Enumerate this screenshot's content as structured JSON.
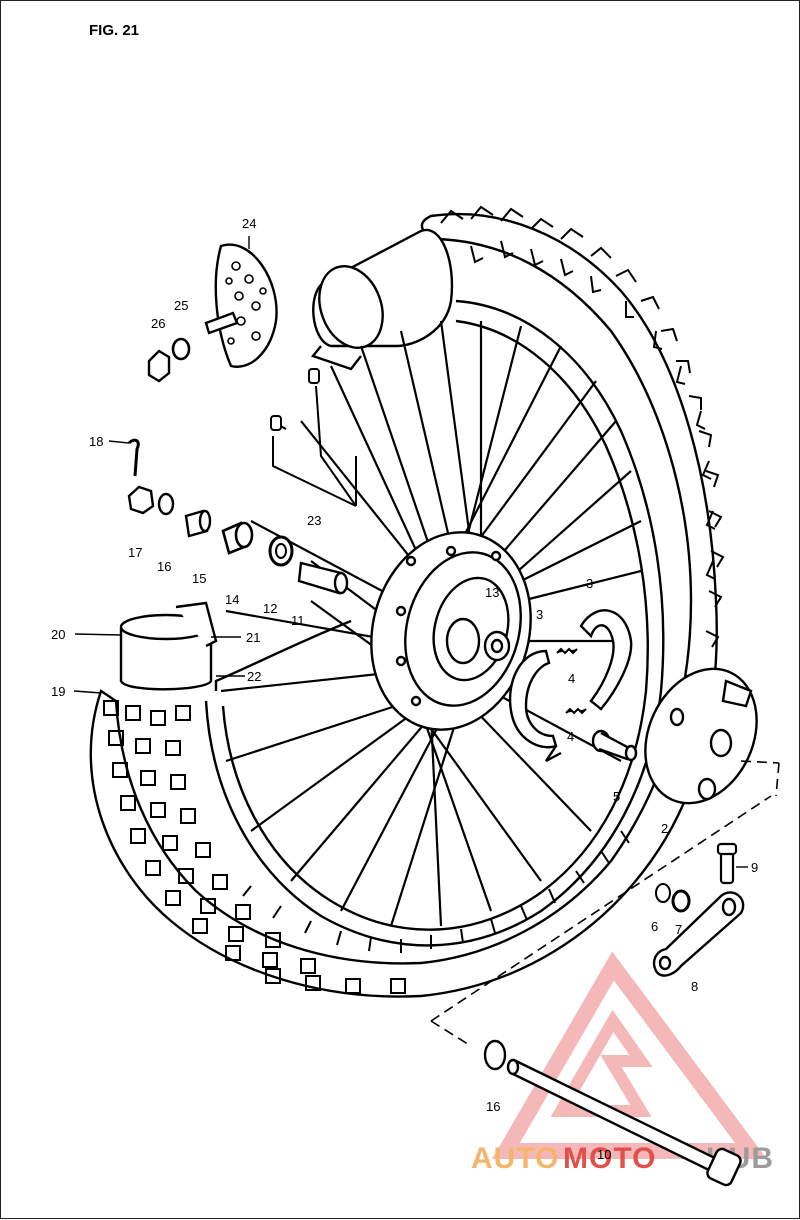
{
  "figure_title": "FIG. 21",
  "watermark": {
    "text_left": "AUTO",
    "text_mid": "MOTO",
    "text_right": "HUB",
    "color_warm": "#f5b56b",
    "color_red": "#e2504a",
    "color_gray": "#9b9b9b"
  },
  "colors": {
    "ink": "#000000",
    "paper": "#ffffff"
  },
  "labels": {
    "p24": "24",
    "p25": "25",
    "p26": "26",
    "p23": "23",
    "p18": "18",
    "p17": "17",
    "p16a": "16",
    "p15": "15",
    "p14": "14",
    "p12": "12",
    "p11": "11",
    "p13": "13",
    "p3a": "3",
    "p3b": "3",
    "p4a": "4",
    "p4b": "4",
    "p5": "5",
    "p2": "2",
    "p9": "9",
    "p6": "6",
    "p7": "7",
    "p8": "8",
    "p20": "20",
    "p21": "21",
    "p22": "22",
    "p19": "19",
    "p16b": "16",
    "p10": "10"
  }
}
